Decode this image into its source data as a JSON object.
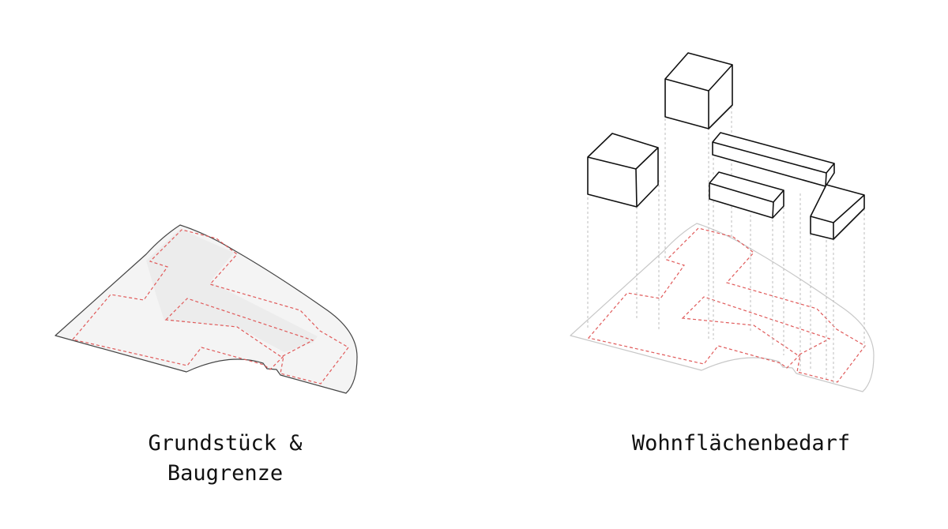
{
  "panels": [
    {
      "caption_lines": [
        "Grundstück &",
        "Baugrenze"
      ]
    },
    {
      "caption_lines": [
        "Wohnflächenbedarf"
      ]
    }
  ],
  "colors": {
    "plot_fill": "#f4f4f4",
    "plot_outline_left": "#444444",
    "plot_outline_right": "#c8c8c8",
    "building_limit": "#e05a5a",
    "volume_stroke": "#111111",
    "projection_line": "#bdbdbd"
  }
}
